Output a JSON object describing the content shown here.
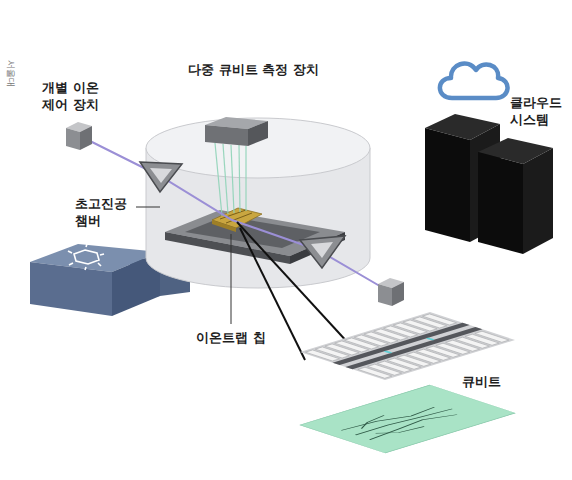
{
  "diagram": {
    "labels": [
      "서울대",
      "개별 이온 제어 장치",
      "다중 큐비트 측정 장치",
      "클라우드 시스템",
      "초고진공 챔버",
      "이온트랩 칩",
      "큐비트"
    ]
  }
}
